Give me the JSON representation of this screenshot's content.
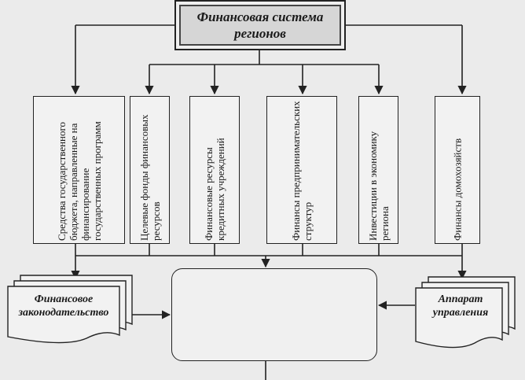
{
  "background_lines": [
    "",
    "",
    "",
    "",
    "",
    "",
    "",
    "",
    "",
    "",
    "",
    "",
    "",
    "",
    "",
    "",
    "",
    "",
    "",
    "",
    ""
  ],
  "diagram": {
    "title": "Финансовая система регионов",
    "boxes": [
      "Средства государственного бюджета, направленные на финансирование государственных программ",
      "Целевые фонды финансовых ресурсов",
      "Финансовые ресурсы кредитных учреждений",
      "Финансы предпринимательских структур",
      "Инвестиции в экономику региона",
      "Финансы домохозяйств"
    ],
    "left_doc": "Финансовое законодательство",
    "right_doc": "Аппарат управления",
    "center": ""
  },
  "colors": {
    "line": "#222222",
    "paper": "#ebebeb",
    "box": "#f2f2f2"
  }
}
